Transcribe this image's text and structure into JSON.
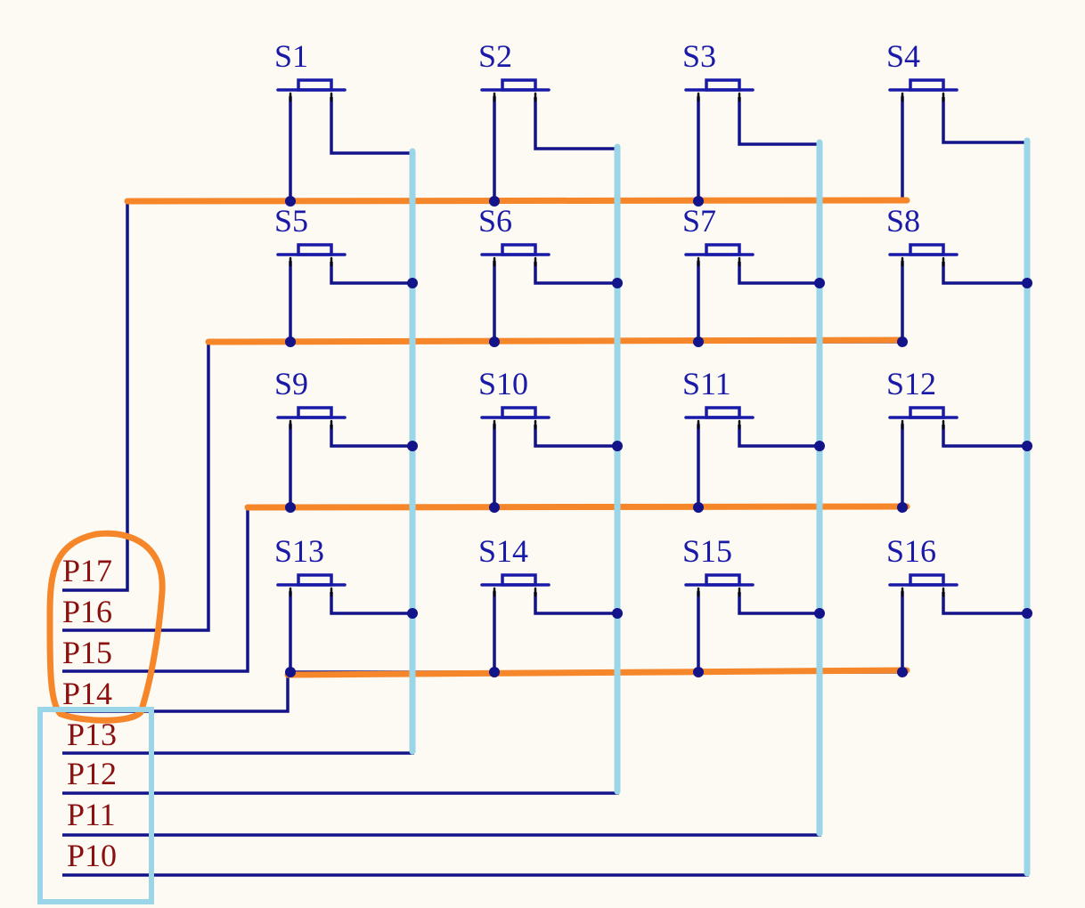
{
  "diagram": {
    "switches": [
      "S1",
      "S2",
      "S3",
      "S4",
      "S5",
      "S6",
      "S7",
      "S8",
      "S9",
      "S10",
      "S11",
      "S12",
      "S13",
      "S14",
      "S15",
      "S16"
    ],
    "row_pins": [
      "P17",
      "P16",
      "P15",
      "P14"
    ],
    "column_pins": [
      "P13",
      "P12",
      "P11",
      "P10"
    ],
    "colors": {
      "background": "#fdfaf3",
      "wire": "#13138a",
      "switch_symbol": "#1a1aa8",
      "row_highlight": "#f5872a",
      "column_highlight": "#9ad6e8",
      "pin_label": "#8b1010"
    }
  }
}
